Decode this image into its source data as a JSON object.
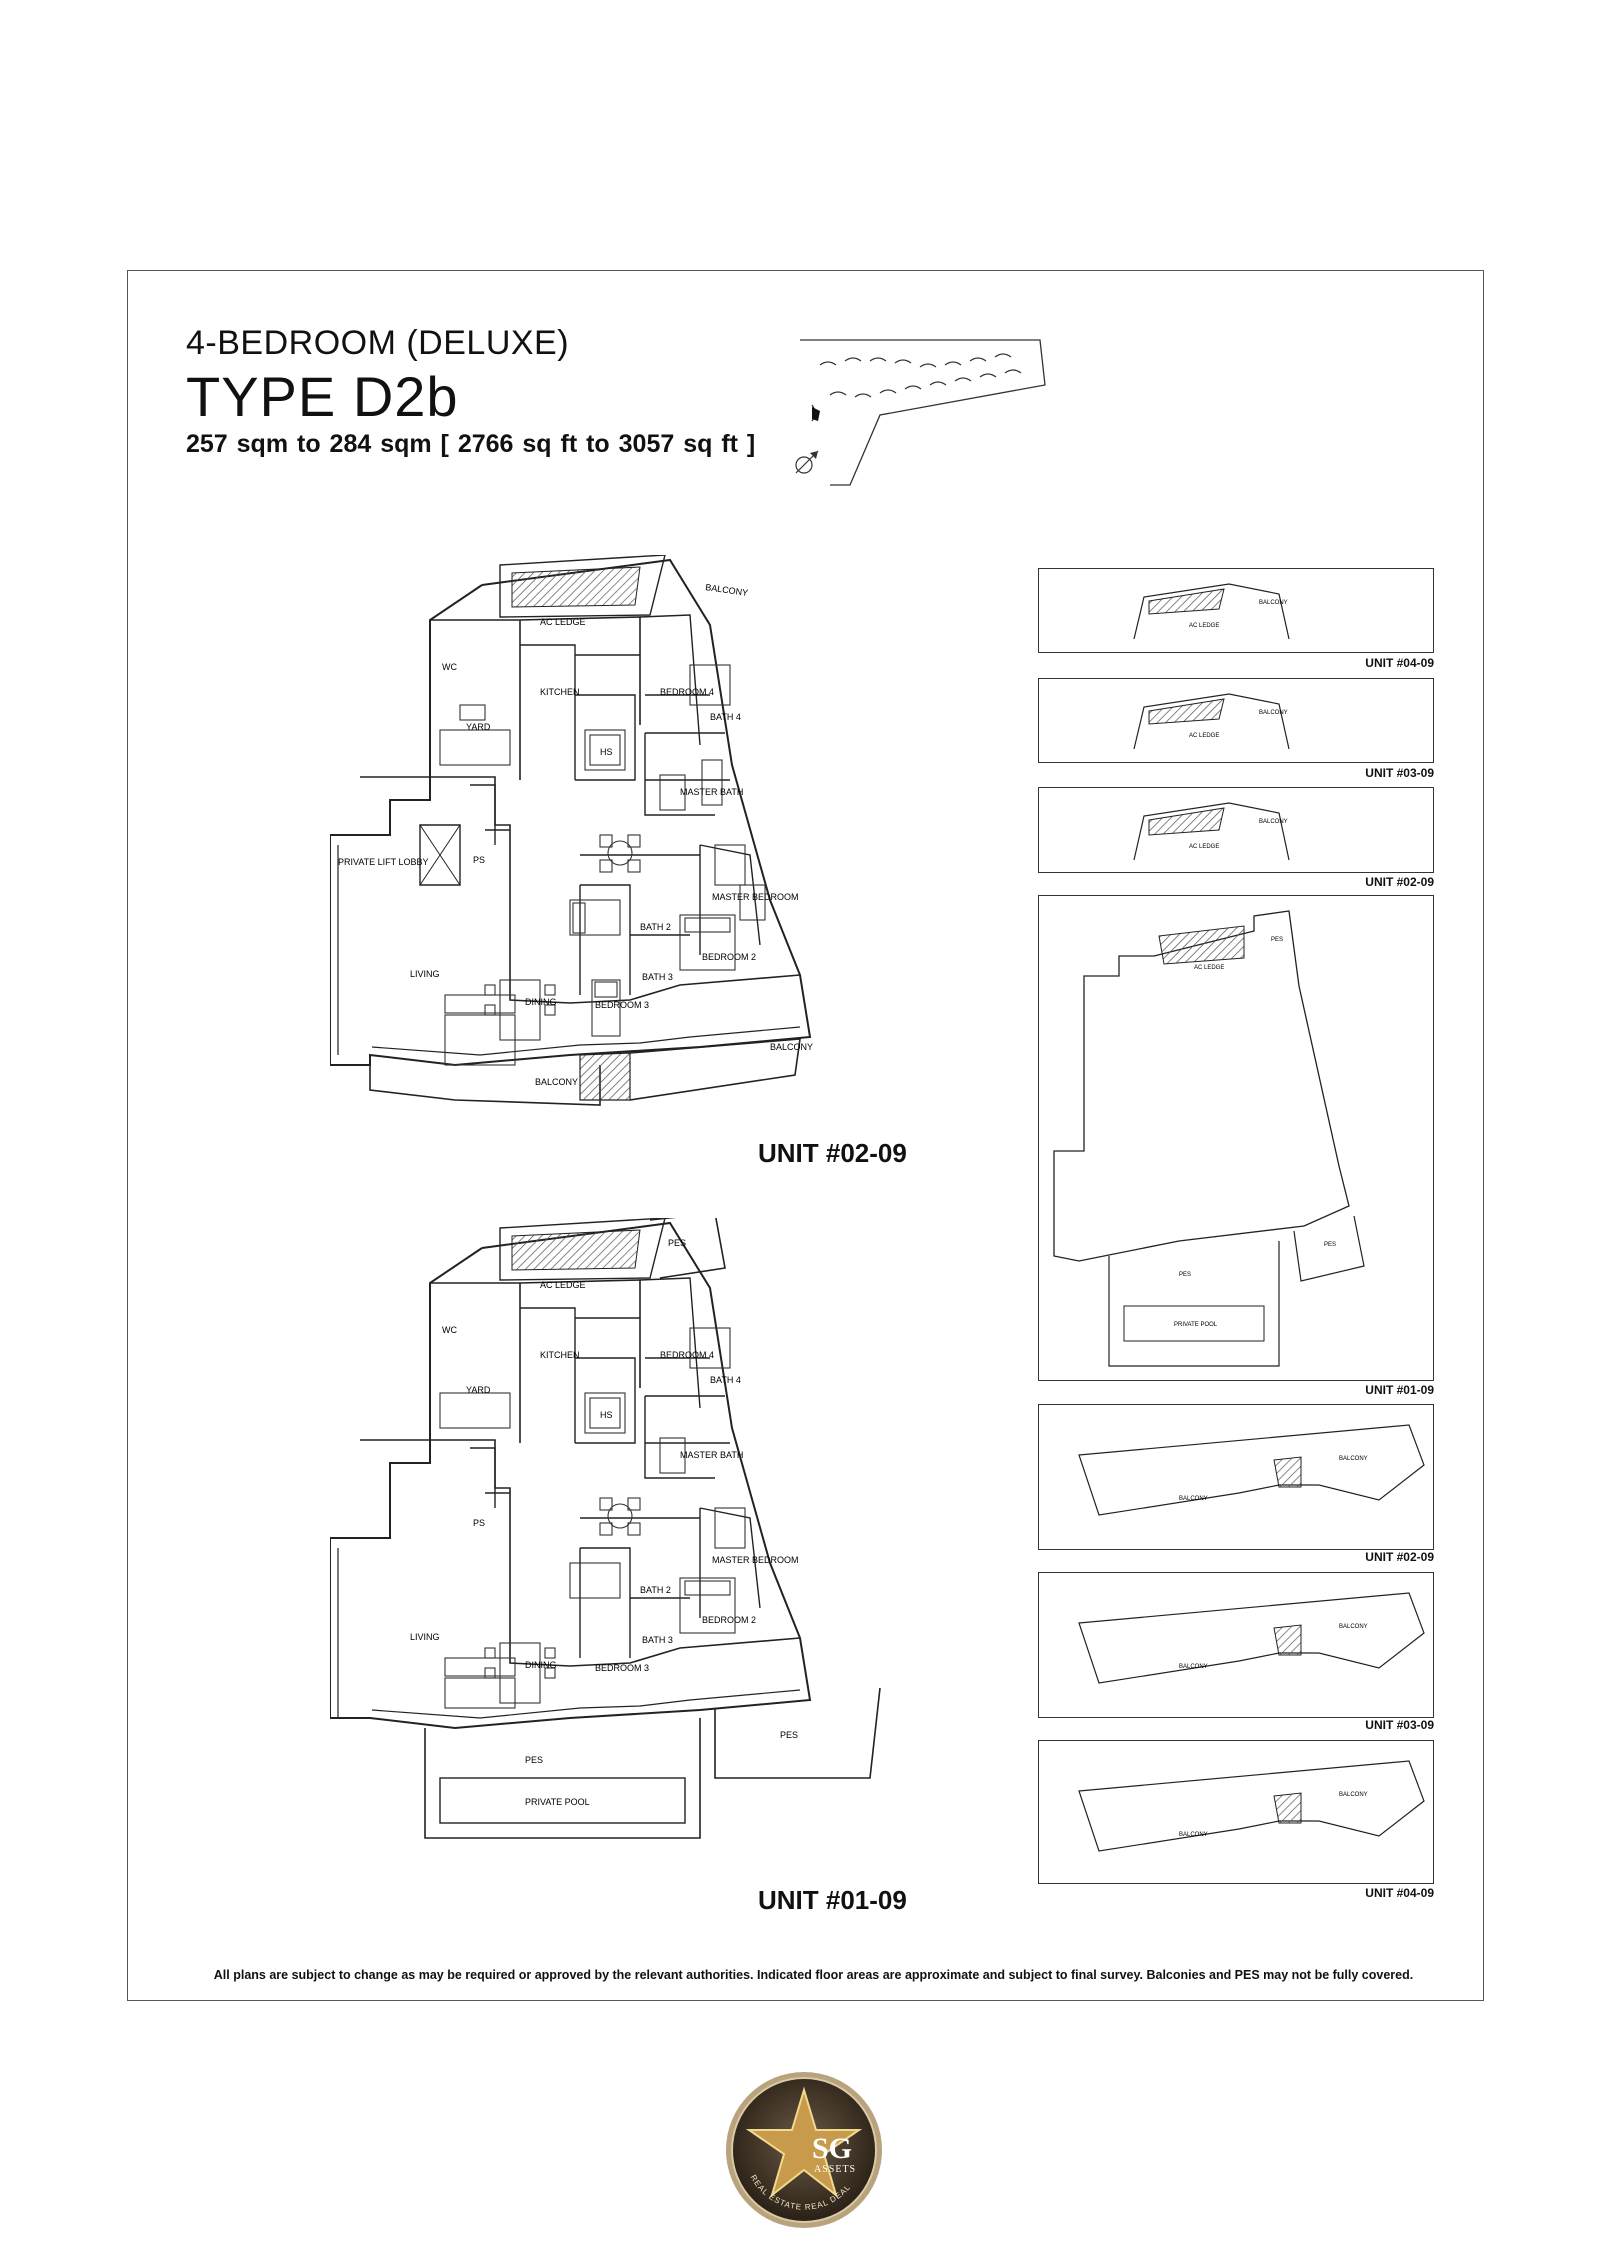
{
  "header": {
    "subtitle": "4-BEDROOM (DELUXE)",
    "title": "TYPE D2b",
    "area": "257 sqm to 284 sqm   [ 2766 sq ft to 3057 sq ft ]"
  },
  "plan_upper": {
    "caption": "UNIT #02-09",
    "labels": {
      "balcony_top": "BALCONY",
      "ac_ledge": "AC LEDGE",
      "wc": "WC",
      "kitchen": "KITCHEN",
      "yard": "YARD",
      "bedroom4": "BEDROOM 4",
      "bath4": "BATH 4",
      "hs": "HS",
      "master_bath": "MASTER BATH",
      "private_lift_lobby": "PRIVATE LIFT LOBBY",
      "ps": "PS",
      "master_bedroom": "MASTER BEDROOM",
      "bath2": "BATH 2",
      "bedroom2": "BEDROOM 2",
      "bath3": "BATH 3",
      "living": "LIVING",
      "dining": "DINING",
      "bedroom3": "BEDROOM 3",
      "balcony_bottom": "BALCONY",
      "balcony_right": "BALCONY"
    }
  },
  "plan_lower": {
    "caption": "UNIT #01-09",
    "labels": {
      "pes_top": "PES",
      "ac_ledge": "AC LEDGE",
      "wc": "WC",
      "kitchen": "KITCHEN",
      "yard": "YARD",
      "bedroom4": "BEDROOM 4",
      "bath4": "BATH 4",
      "hs": "HS",
      "master_bath": "MASTER BATH",
      "ps": "PS",
      "master_bedroom": "MASTER BEDROOM",
      "bath2": "BATH 2",
      "bedroom2": "BEDROOM 2",
      "bath3": "BATH 3",
      "living": "LIVING",
      "dining": "DINING",
      "bedroom3": "BEDROOM 3",
      "pes_left": "PES",
      "private_pool": "PRIVATE POOL",
      "pes_right": "PES"
    }
  },
  "side_units": [
    {
      "caption": "UNIT #04-09",
      "label_a": "AC LEDGE",
      "label_b": "BALCONY"
    },
    {
      "caption": "UNIT #03-09",
      "label_a": "AC LEDGE",
      "label_b": "BALCONY"
    },
    {
      "caption": "UNIT #02-09",
      "label_a": "AC LEDGE",
      "label_b": "BALCONY"
    },
    {
      "caption": "UNIT #01-09",
      "label_a": "AC LEDGE",
      "label_b": "PES",
      "label_c": "PES",
      "label_d": "PRIVATE POOL",
      "label_e": "PES"
    },
    {
      "caption": "UNIT #02-09",
      "label_a": "BALCONY",
      "label_b": "BALCONY"
    },
    {
      "caption": "UNIT #03-09",
      "label_a": "BALCONY",
      "label_b": "BALCONY"
    },
    {
      "caption": "UNIT #04-09",
      "label_a": "BALCONY",
      "label_b": "BALCONY"
    }
  ],
  "disclaimer": "All plans are subject to change as may be required or approved by the relevant authorities. Indicated floor areas are approximate and subject to final survey. Balconies and PES may not be fully covered.",
  "logo": {
    "text_main": "SG",
    "text_sub": "ASSETS",
    "ring_text": "REAL ESTATE REAL DEAL"
  }
}
